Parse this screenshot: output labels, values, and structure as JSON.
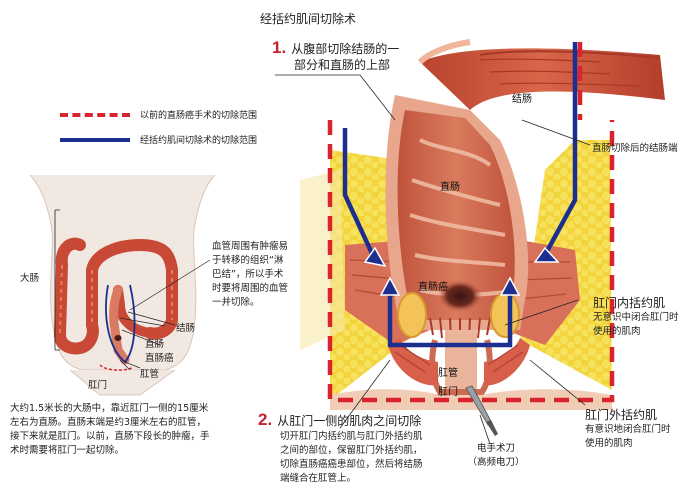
{
  "title": "经括约肌间切除术",
  "step1": {
    "num": "1.",
    "line1": "从腹部切除结肠的一",
    "line2": "部分和直肠的上部"
  },
  "step2": {
    "num": "2.",
    "heading": "从肛门一侧的肌肉之间切除",
    "lines": [
      "切开肛门内括约肌与肛门外括约肌",
      "之间的部位，保留肛门外括约肌，",
      "切除直肠癌癌患部位，然后将结肠",
      "端缝合在肛管上。"
    ]
  },
  "legend": {
    "red": {
      "label": "以前的直肠癌手术的切除范围",
      "color": "#d9232d"
    },
    "blue": {
      "label": "经括约肌间切除术的切除范围",
      "color": "#1c2f8f"
    }
  },
  "body_labels": {
    "large_intestine": "大肠",
    "colon": "结肠",
    "rectum": "直肠",
    "rectal_cancer": "直肠癌",
    "anal_canal": "肛管",
    "anus": "肛门"
  },
  "lymph_note": [
    "血管周围有肿瘤易",
    "于转移的组织“淋",
    "巴结”，所以手术",
    "时要将周围的血管",
    "一并切除。"
  ],
  "body_note": [
    "大约1.5米长的大肠中，靠近肛门一侧的15厘米",
    "左右为直肠。直肠末端是约3厘米左右的肛管，",
    "接下来就是肛门。以前，直肠下段长的肿瘤，手",
    "术时需要将肛门一起切除。"
  ],
  "anatomy_labels": {
    "colon": "结肠",
    "rectum": "直肠",
    "rectal_cancer": "直肠癌",
    "anal_canal": "肛管",
    "anus": "肛门"
  },
  "colon_end": "直肠切除后的结肠端",
  "internal_sphincter": {
    "name": "肛门内括约肌",
    "desc1": "无意识中闭合肛门时",
    "desc2": "使用的肌肉"
  },
  "external_sphincter": {
    "name": "肛门外括约肌",
    "desc1": "有意识地闭合肛门时",
    "desc2": "使用的肌肉"
  },
  "knife": {
    "line1": "电手术刀",
    "line2": "（高频电刀）"
  },
  "icons": [
    "scalpel-icon"
  ]
}
